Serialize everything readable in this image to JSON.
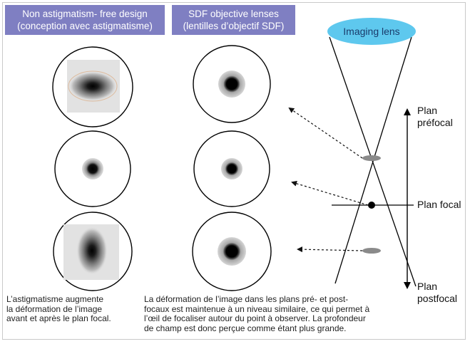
{
  "headers": {
    "astig_line1": "Non astigmatism- free design",
    "astig_line2": "(conception avec astigmatisme)",
    "sdf_line1": "SDF objective lenses",
    "sdf_line2": "(lentilles d’objectif SDF)"
  },
  "lens_label": "Imaging lens",
  "planes": {
    "prefocal_line1": "Plan",
    "prefocal_line2": "préfocal",
    "focal": "Plan focal",
    "postfocal_line1": "Plan",
    "postfocal_line2": "postfocal"
  },
  "captions": {
    "left": [
      "L’astigmatisme augmente",
      "la déformation de l’image",
      "avant et après le plan focal."
    ],
    "right": [
      "La déformation de l’image dans les plans pré- et post-",
      "focaux est maintenue à un niveau similaire, ce qui permet à",
      "l’œil de focaliser autour du point à observer. La profondeur",
      "de champ est donc perçue comme étant plus grande."
    ]
  },
  "colors": {
    "header_bg": "#7f7fc2",
    "lens_fill": "#5ec8ee",
    "lens_text": "#1a3b6b",
    "spot_core": "#000000",
    "ellipse_gray": "#8a8a8a"
  }
}
